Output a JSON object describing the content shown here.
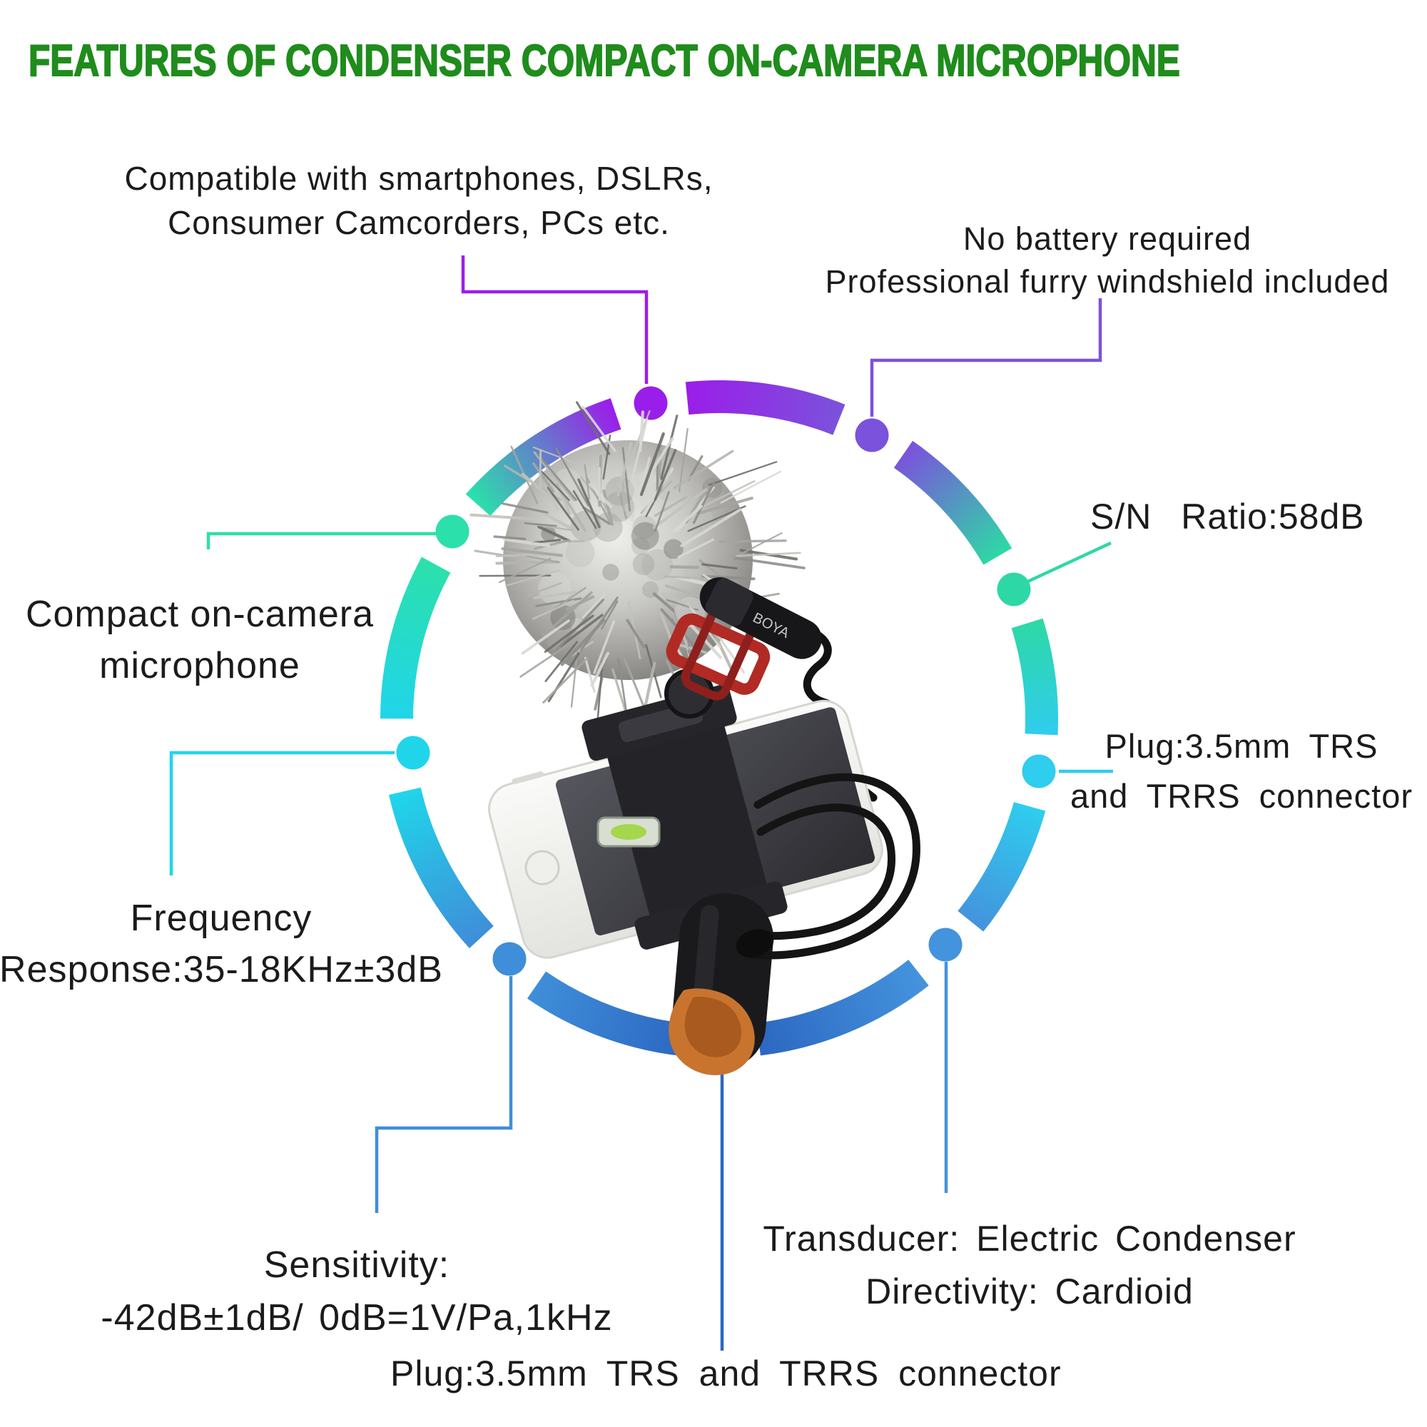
{
  "title": {
    "text": "FEATURES OF CONDENSER COMPACT ON-CAMERA MICROPHONE",
    "color": "#1f8c1c"
  },
  "text_color": "#1b1b1b",
  "callouts": {
    "compatibility": {
      "line1": "Compatible with smartphones, DSLRs,",
      "line2": "Consumer Camcorders, PCs etc.",
      "accent": "#9a1ee9"
    },
    "battery": {
      "line1": "No battery required",
      "line2": "Professional furry windshield included",
      "accent": "#7b52dc"
    },
    "sn_ratio": {
      "line1": "S/N Ratio:58dB",
      "accent": "#2ed8a6"
    },
    "plug_right": {
      "line1": "Plug:3.5mm TRS",
      "line2": "and TRRS connector",
      "accent": "#2fcdee"
    },
    "transducer": {
      "line1": "Transducer: Electric Condenser",
      "line2": "Directivity: Cardioid",
      "accent": "#4493dd"
    },
    "plug_bottom": {
      "line1": "Plug:3.5mm TRS and TRRS connector",
      "accent": "#2d68c2"
    },
    "sensitivity": {
      "line1": "Sensitivity:",
      "line2": "-42dB±1dB/ 0dB=1V/Pa,1kHz",
      "accent": "#3f8ed9"
    },
    "frequency": {
      "line1": "Frequency",
      "line2": "Response:35-18KHz±3dB",
      "accent": "#20d5ea"
    },
    "compact": {
      "line1": "Compact on-camera",
      "line2": "microphone",
      "accent": "#2be0ab"
    }
  },
  "product": {
    "brand": "BOYA"
  }
}
